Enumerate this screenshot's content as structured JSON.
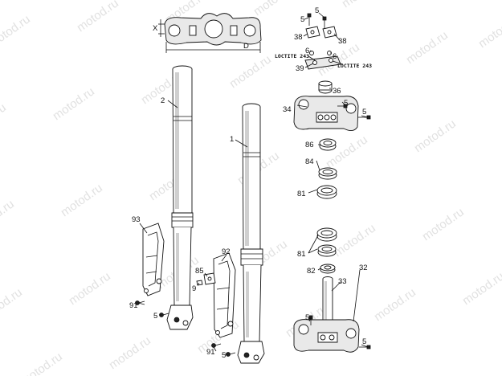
{
  "watermark": "motod.ru",
  "labels": {
    "x": "X",
    "d": "D"
  },
  "part_numbers": [
    {
      "id": "2",
      "text": "2"
    },
    {
      "id": "1",
      "text": "1"
    },
    {
      "id": "93",
      "text": "93"
    },
    {
      "id": "92",
      "text": "92"
    },
    {
      "id": "85",
      "text": "85"
    },
    {
      "id": "9",
      "text": "9"
    },
    {
      "id": "91a",
      "text": "91"
    },
    {
      "id": "5a",
      "text": "5"
    },
    {
      "id": "91b",
      "text": "91"
    },
    {
      "id": "5b",
      "text": "5"
    },
    {
      "id": "5c",
      "text": "5"
    },
    {
      "id": "5d",
      "text": "5"
    },
    {
      "id": "38a",
      "text": "38"
    },
    {
      "id": "38b",
      "text": "38"
    },
    {
      "id": "6a",
      "text": "6"
    },
    {
      "id": "6b",
      "text": "6"
    },
    {
      "id": "39",
      "text": "39"
    },
    {
      "id": "36",
      "text": "36"
    },
    {
      "id": "34",
      "text": "34"
    },
    {
      "id": "5e",
      "text": "5"
    },
    {
      "id": "5f",
      "text": "5"
    },
    {
      "id": "86",
      "text": "86"
    },
    {
      "id": "84",
      "text": "84"
    },
    {
      "id": "81a",
      "text": "81"
    },
    {
      "id": "81b",
      "text": "81"
    },
    {
      "id": "82",
      "text": "82"
    },
    {
      "id": "33",
      "text": "33"
    },
    {
      "id": "32",
      "text": "32"
    },
    {
      "id": "5g",
      "text": "5"
    },
    {
      "id": "5h",
      "text": "5"
    }
  ],
  "notes": [
    {
      "id": "loctite-left",
      "text": "LOCTITE 243"
    },
    {
      "id": "loctite-right",
      "text": "LOCTITE 243"
    }
  ]
}
